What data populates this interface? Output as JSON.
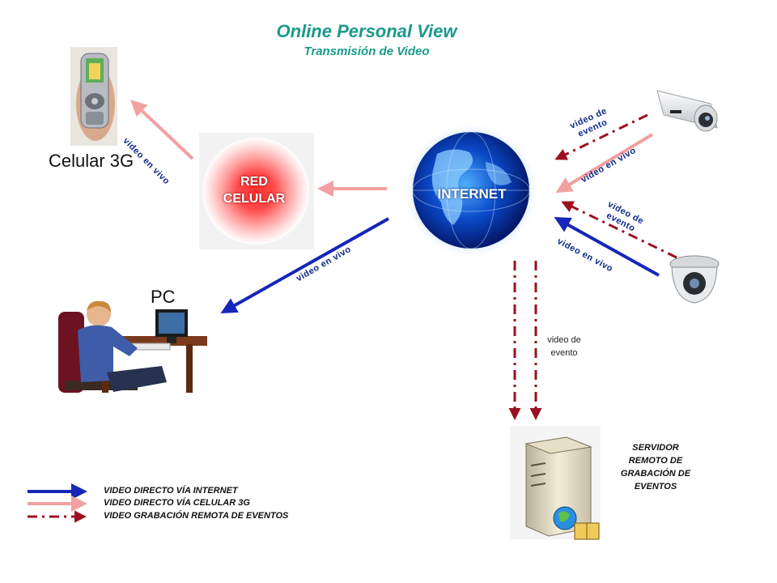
{
  "header": {
    "title": "Online Personal View",
    "subtitle": "Transmisión de Video"
  },
  "nodes": {
    "phone_label": "Celular 3G",
    "pc_label": "PC",
    "cellular_network": "RED CELULAR",
    "internet": "INTERNET",
    "server_label": "SERVIDOR REMOTO DE GRABACIÓN DE EVENTOS"
  },
  "edges": {
    "cell_to_phone": "video en vivo",
    "internet_to_pc": "video en vivo",
    "cam1_event": "video de evento",
    "cam1_live": "video en vivo",
    "cam2_event": "video de evento",
    "cam2_live": "video en vivo",
    "server_event": "video de evento"
  },
  "legend": [
    {
      "label": "VIDEO DIRECTO  VÍA INTERNET",
      "color": "#1526b8",
      "style": "solid"
    },
    {
      "label": "VIDEO DIRECTO  VÍA CELULAR  3G",
      "color": "#f2a0a0",
      "style": "solid"
    },
    {
      "label": "VIDEO GRABACIÓN  REMOTA DE EVENTOS",
      "color": "#9b1020",
      "style": "dash-dot"
    }
  ],
  "colors": {
    "internet_line": "#1526b8",
    "cellular_line": "#f2a0a0",
    "event_line": "#9b1020",
    "title": "#1a9a8c"
  },
  "icons": [
    "phone-icon",
    "pc-user-icon",
    "cellular-network-icon",
    "internet-globe-icon",
    "bullet-camera-icon",
    "dome-camera-icon",
    "server-icon"
  ]
}
